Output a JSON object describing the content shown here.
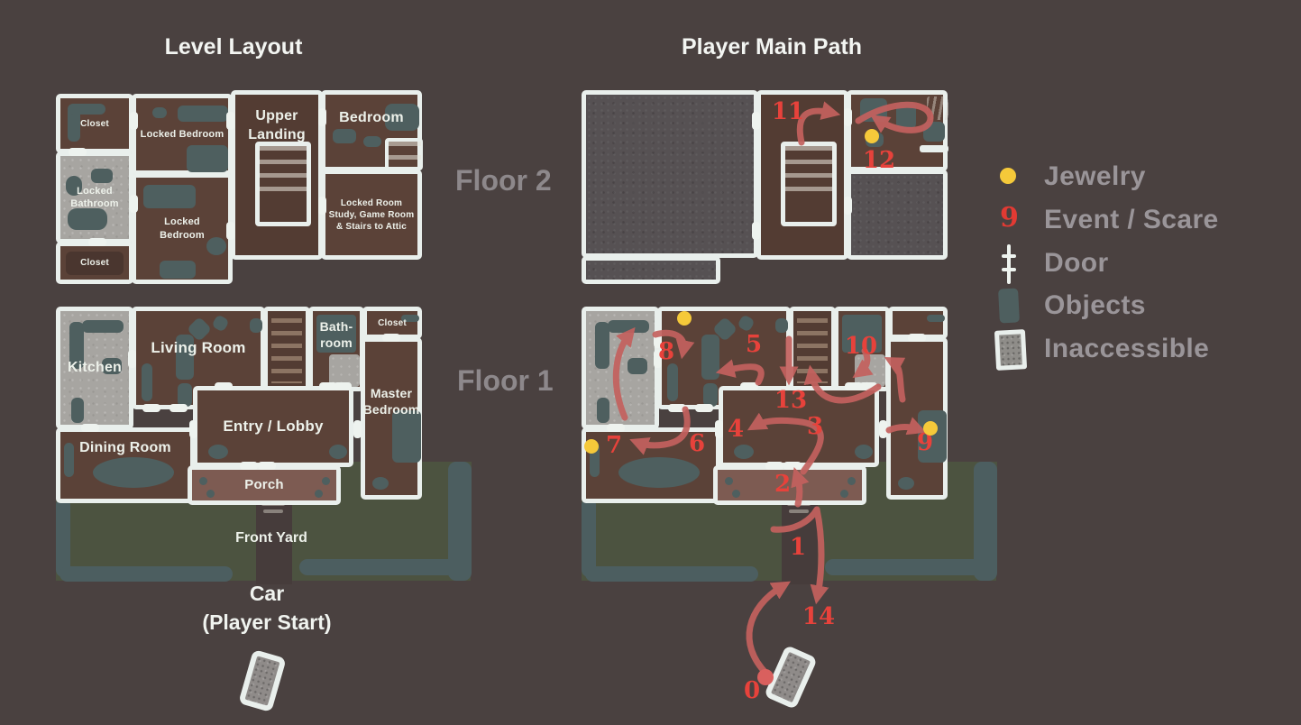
{
  "titles": {
    "layout": "Level Layout",
    "path": "Player Main Path"
  },
  "floors": {
    "f2": "Floor 2",
    "f1": "Floor 1"
  },
  "f2_rooms": {
    "closet_tl": "Closet",
    "bedroom_top": "Locked Bedroom",
    "bathroom": "Locked\nBathroom",
    "bedroom_mid": "Locked\nBedroom",
    "closet_b": "Closet",
    "landing": "Upper\nLanding",
    "bedroom": "Bedroom",
    "locked_room": "Locked Room\nStudy, Game Room\n& Stairs to Attic"
  },
  "f1_rooms": {
    "kitchen": "Kitchen",
    "living": "Living Room",
    "dining": "Dining Room",
    "entry": "Entry / Lobby",
    "bath": "Bath-\nroom",
    "closet": "Closet",
    "master": "Master\nBedroom",
    "porch": "Porch",
    "front_yard": "Front Yard",
    "car": "Car\n(Player Start)"
  },
  "path_numbers": {
    "p0": "0",
    "p1": "1",
    "p2": "2",
    "p3": "3",
    "p4": "4",
    "p5": "5",
    "p6": "6",
    "p7": "7",
    "p8": "8",
    "p9": "9",
    "p10": "10",
    "p11": "11",
    "p12": "12",
    "p13": "13",
    "p14": "14"
  },
  "legend": {
    "jewelry": "Jewelry",
    "event": "Event / Scare",
    "event_icon": "9",
    "door": "Door",
    "objects": "Objects",
    "inaccessible": "Inaccessible"
  },
  "colors": {
    "background": "#4a4140",
    "wall": "#e9efec",
    "room_brown": "#5b4238",
    "objects_teal": "#4e5f5f",
    "inaccessible_light": "#a7a5a1",
    "inaccessible_dark": "#565153",
    "yard_green": "#4c5340",
    "porch": "#7d5b52",
    "path_arrow": "#c4615e",
    "event_red": "#e7423b",
    "jewelry_yellow": "#f5c93a"
  }
}
